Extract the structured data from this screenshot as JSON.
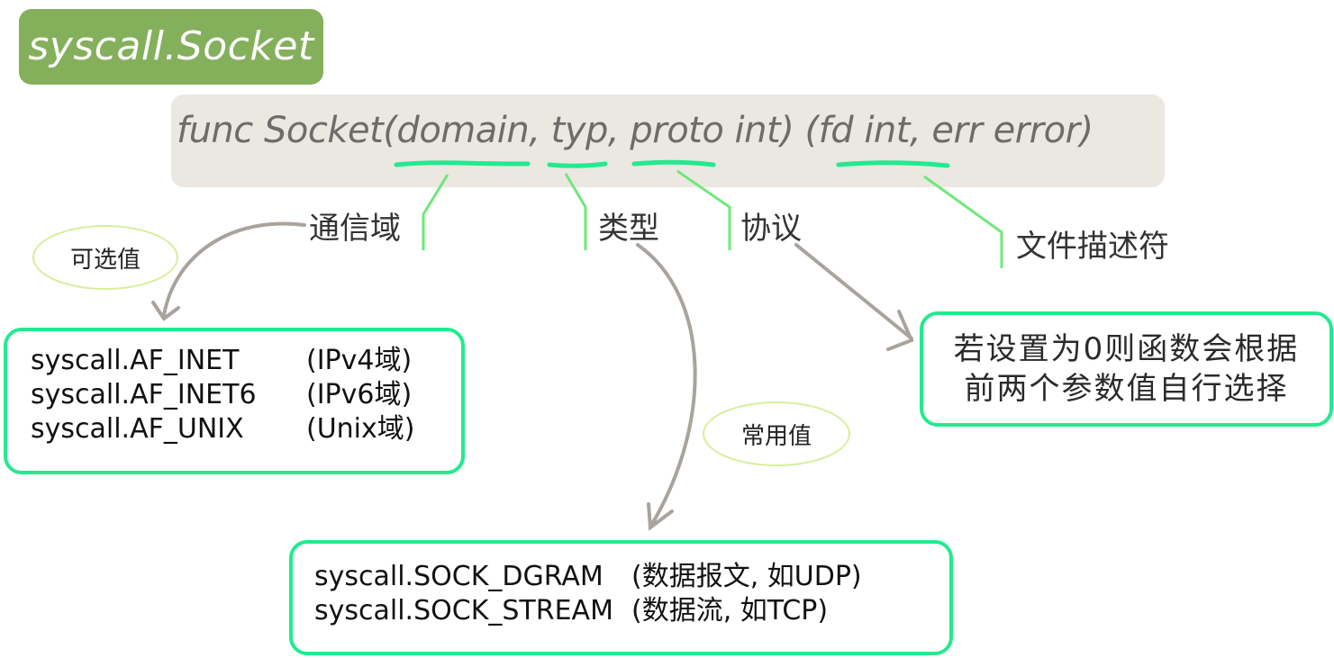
{
  "title": "syscall.Socket",
  "signature": {
    "prefix": "func Socket(",
    "param_domain": "domain",
    "sep1": ", ",
    "param_typ": "typ",
    "sep2": ", ",
    "param_proto": "proto",
    "mid": " int) (",
    "ret_fd": "fd int",
    "suffix": ", err error)"
  },
  "labels": {
    "domain": "通信域",
    "typ": "类型",
    "proto": "协议",
    "fd": "文件描述符"
  },
  "bubbles": {
    "domain_values": "可选值",
    "typ_values": "常用值"
  },
  "domain_box": {
    "rows": [
      {
        "name": "syscall.AF_INET",
        "desc": "(IPv4域)"
      },
      {
        "name": "syscall.AF_INET6",
        "desc": "(IPv6域)"
      },
      {
        "name": "syscall.AF_UNIX",
        "desc": "(Unix域)"
      }
    ]
  },
  "typ_box": {
    "rows": [
      {
        "name": "syscall.SOCK_DGRAM",
        "desc": "(数据报文, 如UDP)"
      },
      {
        "name": "syscall.SOCK_STREAM",
        "desc": "(数据流, 如TCP)"
      }
    ]
  },
  "proto_note": {
    "line1": "若设置为0则函数会根据",
    "line2": "前两个参数值自行选择"
  },
  "colors": {
    "title_bg": "#84b05c",
    "signature_bg": "#ebe7e1",
    "underline": "#22ea8e",
    "connector": "#6ee87a",
    "box_border": "#22ea8e",
    "arrow": "#a9a39d",
    "bubble_border": "#d6ee9a"
  }
}
